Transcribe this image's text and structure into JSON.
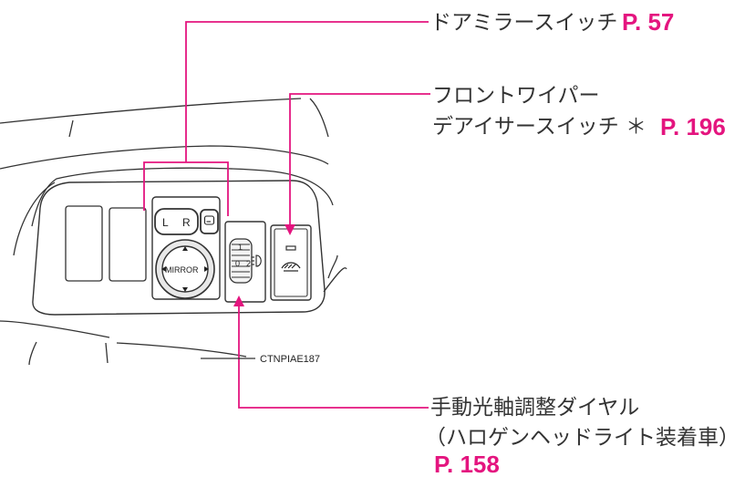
{
  "colors": {
    "accent": "#e4157f",
    "line": "#333333",
    "text": "#333333"
  },
  "callouts": {
    "door_mirror": {
      "label": "ドアミラースイッチ",
      "page": "P. 57"
    },
    "wiper_deicer": {
      "label_line1": "フロントワイパー",
      "label_line2": "デアイサースイッチ ＊",
      "page": "P. 196"
    },
    "headlight_leveling": {
      "label_line1": "手動光軸調整ダイヤル",
      "label_line2": "（ハロゲンヘッドライト装着車）",
      "page": "P. 158"
    }
  },
  "figure_code": "CTNPIAE187",
  "switch_labels": {
    "left": "L",
    "right": "R",
    "mirror": "MIRROR",
    "dial_top": "1",
    "dial_mid": "0",
    "dial_side": "2"
  },
  "icons": {
    "mirror_fold": "mirror-fold-icon",
    "wiper_deicer": "wiper-deicer-icon",
    "headlight": "headlight-icon"
  }
}
